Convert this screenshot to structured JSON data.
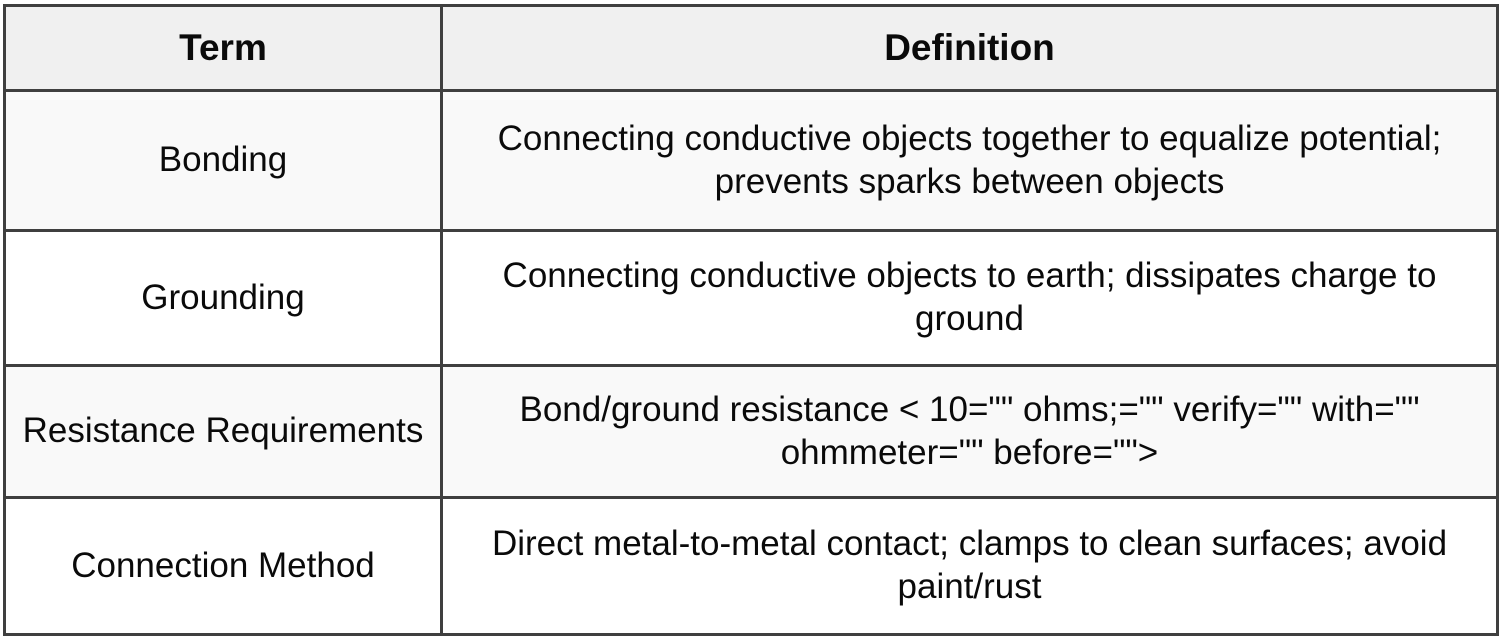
{
  "table": {
    "headers": {
      "term": "Term",
      "definition": "Definition"
    },
    "rows": [
      {
        "term": "Bonding",
        "definition": "Connecting conductive objects together to equalize potential; prevents sparks between objects"
      },
      {
        "term": "Grounding",
        "definition": "Connecting conductive objects to earth; dissipates charge to ground"
      },
      {
        "term": "Resistance Requirements",
        "definition": "Bond/ground resistance < 10=\"\" ohms;=\"\" verify=\"\" with=\"\" ohmmeter=\"\" before=\"\">"
      },
      {
        "term": "Connection Method",
        "definition": "Direct metal-to-metal contact; clamps to clean surfaces; avoid paint/rust"
      }
    ]
  },
  "colors": {
    "border": "#3f3f3f",
    "header_background": "#f0f0f0",
    "row_odd_background": "#f9f9f9",
    "row_even_background": "#ffffff",
    "text": "#0a0a0a"
  }
}
